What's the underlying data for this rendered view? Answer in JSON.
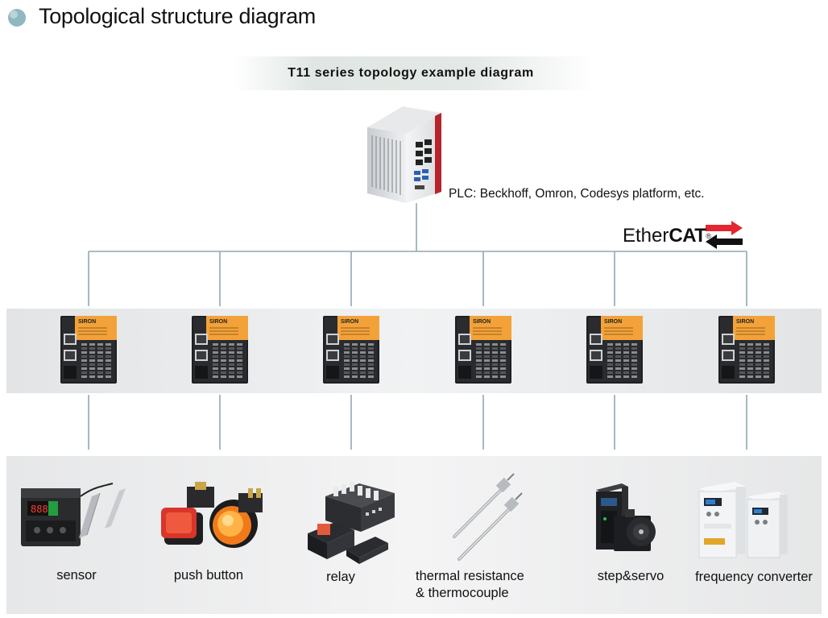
{
  "header": {
    "title": "Topological structure diagram",
    "bullet_color": "#8fb8c0"
  },
  "diagram": {
    "subtitle": "T11 series topology example diagram",
    "plc": {
      "label": "PLC: Beckhoff, Omron, Codesys platform, etc."
    },
    "bus": {
      "name_part1": "Ether",
      "name_part2": "CAT",
      "registered": "®",
      "accent_color": "#e3262f"
    },
    "module": {
      "brand": "SIRON",
      "accent_color": "#f3a23a",
      "count": 6
    },
    "devices": [
      {
        "label_line1": "sensor",
        "label_line2": ""
      },
      {
        "label_line1": "push button",
        "label_line2": ""
      },
      {
        "label_line1": "relay",
        "label_line2": ""
      },
      {
        "label_line1": "thermal resistance",
        "label_line2": "& thermocouple"
      },
      {
        "label_line1": "step&servo",
        "label_line2": ""
      },
      {
        "label_line1": "frequency converter",
        "label_line2": ""
      }
    ]
  }
}
